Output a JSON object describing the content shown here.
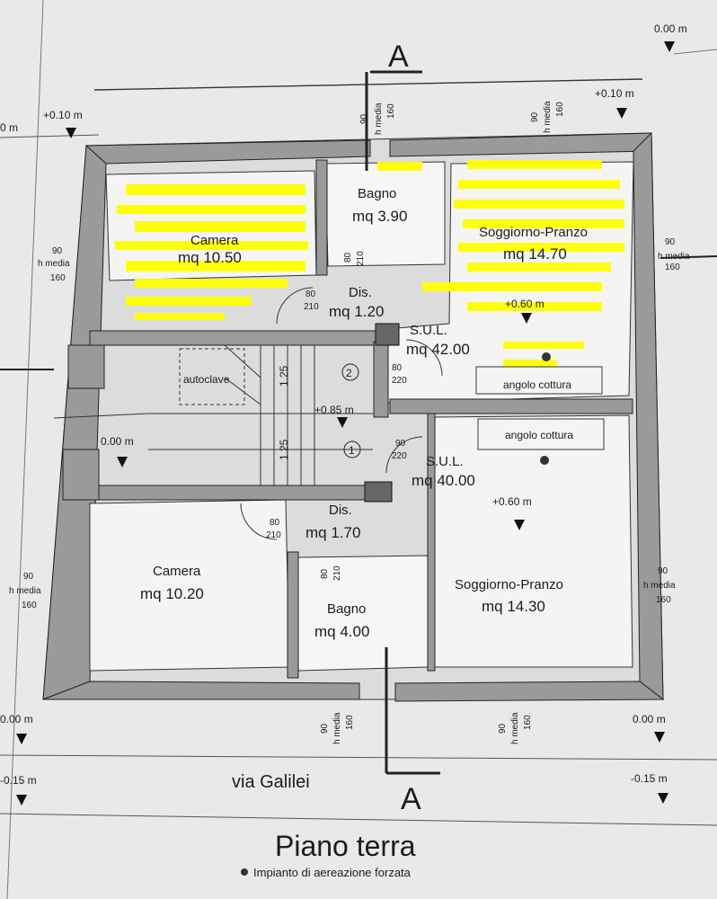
{
  "section_label": "A",
  "levels": {
    "top_right": "0.00 m",
    "top_mid_right": "+0.10 m",
    "top_left": "+0.10 m",
    "left_edge": "0 m",
    "interior_left": "0.00 m",
    "stair_landing": "+0.85 m",
    "upper_living": "+0.60 m",
    "lower_living": "+0.60 m",
    "bottom_left": "0.00 m",
    "bottom_right": "0.00 m",
    "street_left": "-0.15 m",
    "street_right": "-0.15 m"
  },
  "window_dims": {
    "w": "90",
    "h_label": "h media",
    "h": "160"
  },
  "door_dims": {
    "w": "80",
    "h": "210",
    "w90": "90",
    "h220": "220"
  },
  "rooms": {
    "upper_camera": {
      "name": "Camera",
      "area": "mq 10.50"
    },
    "upper_bagno": {
      "name": "Bagno",
      "area": "mq 3.90"
    },
    "upper_soggiorno": {
      "name": "Soggiorno-Pranzo",
      "area": "mq 14.70"
    },
    "upper_dis": {
      "name": "Dis.",
      "area": "mq 1.20"
    },
    "upper_sul": {
      "name": "S.U.L.",
      "area": "mq 42.00"
    },
    "upper_kitchen": {
      "name": "angolo cottura"
    },
    "lower_kitchen": {
      "name": "angolo cottura"
    },
    "lower_sul": {
      "name": "S.U.L.",
      "area": "mq 40.00"
    },
    "lower_dis": {
      "name": "Dis.",
      "area": "mq 1.70"
    },
    "lower_camera": {
      "name": "Camera",
      "area": "mq 10.20"
    },
    "lower_bagno": {
      "name": "Bagno",
      "area": "mq 4.00"
    },
    "lower_soggiorno": {
      "name": "Soggiorno-Pranzo",
      "area": "mq 14.30"
    }
  },
  "stair": {
    "autoclave": "autoclave",
    "step1": "1.25",
    "step2": "1.25",
    "unit1": "1",
    "unit2": "2"
  },
  "street": "via Galilei",
  "title": "Piano terra",
  "legend": "Impianto di aereazione forzata",
  "colors": {
    "wall": "#9a9a9a",
    "paper": "#e9e9e7",
    "highlight": "#ffff00",
    "ink": "#1c1c1c"
  }
}
